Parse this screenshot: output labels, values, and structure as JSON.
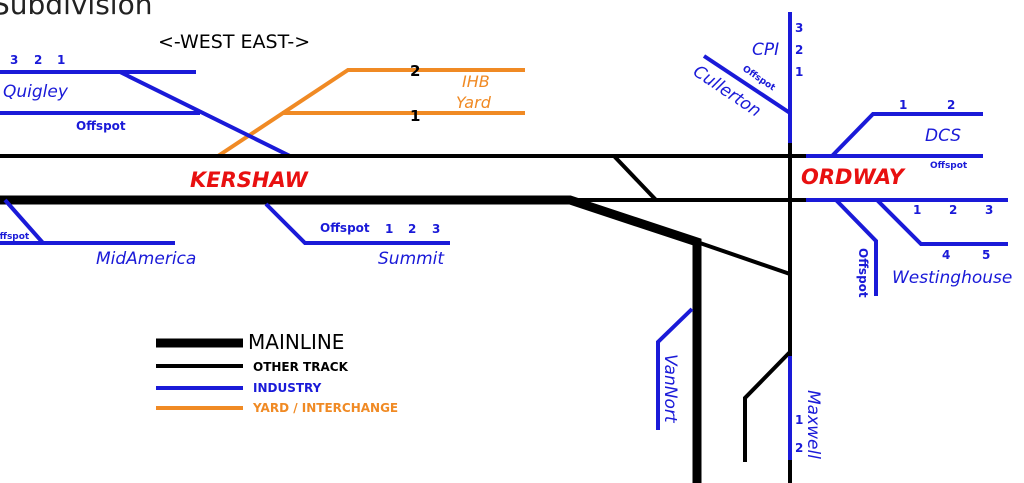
{
  "title_partial": "Subdivision",
  "direction_label": "<-WEST EAST->",
  "colors": {
    "mainline": "#000000",
    "other_track": "#000000",
    "industry": "#1a1ad8",
    "yard": "#f08a24",
    "town": "#e81010"
  },
  "towns": [
    {
      "name": "KERSHAW"
    },
    {
      "name": "ORDWAY"
    }
  ],
  "yards": [
    {
      "name_line1": "IHB",
      "name_line2": "Yard",
      "tracks": [
        "2",
        "1"
      ]
    }
  ],
  "industries": {
    "quigley": {
      "name": "Quigley",
      "spots": [
        "3",
        "2",
        "1"
      ],
      "offspot": "Offspot"
    },
    "midamerica": {
      "name": "MidAmerica",
      "offspot": "Offspot"
    },
    "summit": {
      "name": "Summit",
      "offspot": "Offspot",
      "spots": [
        "1",
        "2",
        "3"
      ]
    },
    "cpi": {
      "name": "CPI",
      "spots": [
        "3",
        "2",
        "1"
      ]
    },
    "cullerton": {
      "name": "Cullerton",
      "offspot": "Offspot"
    },
    "dcs": {
      "name": "DCS",
      "spots": [
        "1",
        "2"
      ],
      "offspot": "Offspot"
    },
    "westinghouse": {
      "name": "Westinghouse",
      "spots_upper": [
        "1",
        "2",
        "3"
      ],
      "spots_lower": [
        "4",
        "5"
      ],
      "offspot": "Offspot"
    },
    "vannort": {
      "name": "VanNort"
    },
    "maxwell": {
      "name": "Maxwell",
      "spots": [
        "1",
        "2"
      ]
    }
  },
  "legend": {
    "items": [
      {
        "key": "mainline",
        "label": "MAINLINE"
      },
      {
        "key": "other_track",
        "label": "OTHER TRACK"
      },
      {
        "key": "industry",
        "label": "INDUSTRY"
      },
      {
        "key": "yard",
        "label": "YARD / INTERCHANGE"
      }
    ]
  }
}
